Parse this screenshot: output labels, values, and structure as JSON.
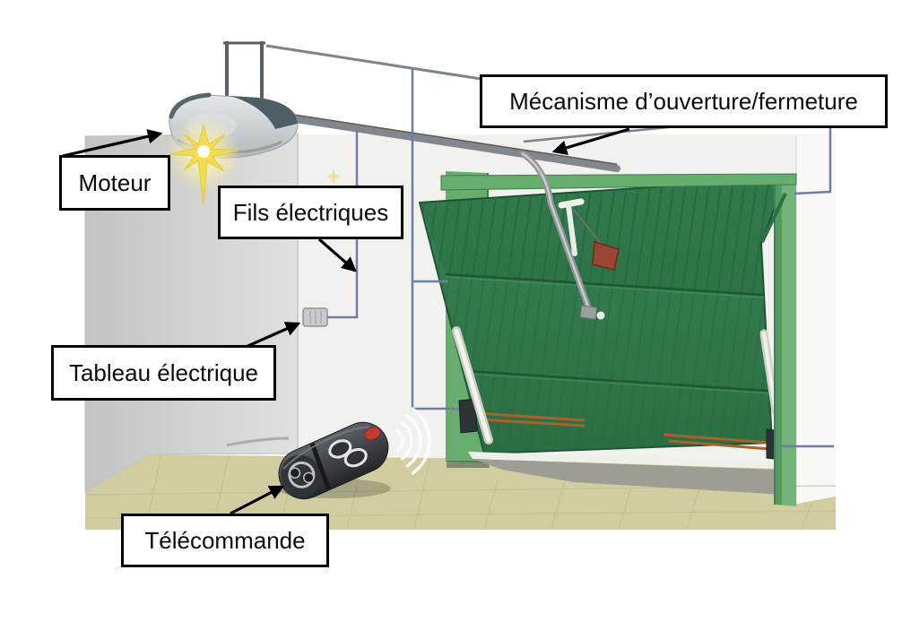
{
  "diagram": {
    "labels": {
      "mecanisme": "Mécanisme d’ouverture/fermeture",
      "moteur": "Moteur",
      "fils_electriques": "Fils électriques",
      "tableau_electrique": "Tableau électrique",
      "telecommande": "Télécommande"
    },
    "colors": {
      "door_green": "#317a4c",
      "frame_green": "#67ae6e",
      "left_wall_gray": "#cbcbca",
      "back_wall": "#f1f1ee",
      "floor_tan": "#d2cda1",
      "wire_blue": "#6f7da6",
      "rail_gray": "#82878b",
      "light_burst_yellow": "#f3dc4c",
      "remote_body": "#35393d",
      "remote_red_button": "#c23b2e",
      "label_background": "#ffffff",
      "label_border": "#000000",
      "arrow": "#000000"
    },
    "icons": [
      {
        "name": "light-burst-icon",
        "meaning": "motor light shining"
      },
      {
        "name": "radio-waves-icon",
        "meaning": "remote radio signal"
      }
    ]
  }
}
